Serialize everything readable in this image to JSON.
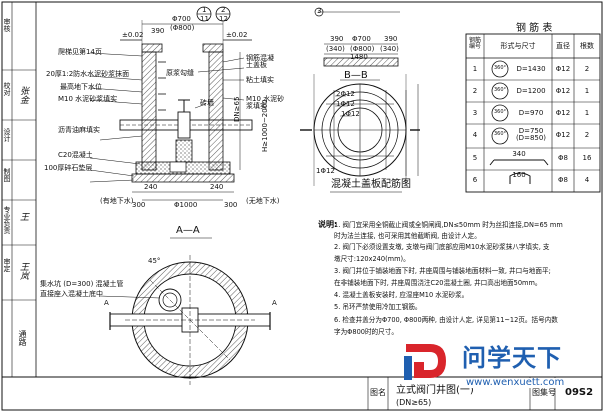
{
  "sidebar": {
    "row_labels": [
      "审核",
      "校对",
      "设计",
      "制图",
      "专业负责",
      "审定"
    ],
    "signatures": [
      "",
      "张金",
      "",
      "",
      "王",
      "王岚"
    ],
    "company_mark": "通路"
  },
  "left_section": {
    "dims": {
      "phi700": "Φ700",
      "phi800": "(Φ800)",
      "d390": "390",
      "phi1000": "Φ1000",
      "d240a": "240",
      "d240b": "240",
      "d300a": "300",
      "d300b": "300",
      "h_label": "H≥1000~2000",
      "dn": "DN≥65",
      "plus002a": "±0.02",
      "plus002b": "±0.02",
      "d100": "100"
    },
    "ref_circle_top": "1",
    "ref_circle_mid": "11",
    "ref_circle_bot": "2",
    "ref_circle2_top": "2",
    "ref_circle2_bot": "12",
    "labels": {
      "foot_step": "爬梯见第14页",
      "mortar": "20厚1:2防水水泥砂浆抹面",
      "water_level": "最高地下水位",
      "brick": "M10 水泥砂浆填实",
      "asphalt": "沥青油麻填实",
      "cover": "原浆勾缝",
      "slab": "钢筋混凝土盖板",
      "fill": "粘土填实",
      "brick2": "M10 水泥砂浆填实",
      "wall": "砖墙",
      "base_c20": "C20混凝土",
      "gravel": "100厚碎石垫层",
      "with_water": "(有地下水)",
      "without_water": "(无地下水)"
    },
    "section_mark": "A—A"
  },
  "plan_section": {
    "angle": "45°",
    "pit_note_1": "集水坑 (D=300) 混凝土管",
    "pit_note_2": "直接座入混凝土底中",
    "marker_a1": "A",
    "marker_a2": "A"
  },
  "slab_section": {
    "marker": "B—B",
    "ref_num": "3",
    "dims": {
      "phi700": "Φ700",
      "d390": "390",
      "d390b": "390",
      "d340": "(340)",
      "phi800": "(Φ800)",
      "d340b": "(340)",
      "d1480": "1480",
      "phi12a": "2Φ12",
      "phi12b": "1Φ12",
      "phi12c": "1Φ12",
      "phi12d": "1Φ12"
    },
    "title": "混凝土盖板配筋图"
  },
  "rebar_table": {
    "title": "钢 筋 表",
    "headers": [
      "钢筋编号",
      "形式与尺寸",
      "直径",
      "根数"
    ],
    "rows": [
      {
        "num": "1",
        "shape": "D=1430",
        "dia": "Φ12",
        "qty": "2"
      },
      {
        "num": "2",
        "shape": "D=1200",
        "dia": "Φ12",
        "qty": "1"
      },
      {
        "num": "3",
        "shape": "D=970",
        "dia": "Φ12",
        "qty": "1"
      },
      {
        "num": "4",
        "shape": "D=750 (D=850)",
        "dia": "Φ12",
        "qty": "2"
      },
      {
        "num": "5",
        "shape": "340",
        "dia": "Φ8",
        "qty": "16"
      },
      {
        "num": "6",
        "shape": "160",
        "dia": "Φ8",
        "qty": "4"
      }
    ],
    "angle_mark": "360°"
  },
  "notes": {
    "heading": "说明:",
    "items": [
      "1. 阀门宜采用全铜截止阀或全铜闸阀,DN≤50mm 时为丝扣连接,DN=65 mm",
      "   时为法兰连接, 也可采用其他截断阀, 由设计人定。",
      "2. 阀门下必须设置支墩, 支墩与阀门底部应用M10水泥砂浆抹八字填实, 支",
      "   墩尺寸:120x240(mm)。",
      "3. 阀门井位于铺装地面下时, 井座周围与铺装地面材料一致, 井口与地面平;",
      "   在非铺装地面下时, 井座周围浇注C20混凝土圈, 井口高出地面50mm。",
      "4. 混凝土盖板安装时, 应湿座M10 水泥砂浆。",
      "5. 吊环严禁使用冷加工钢筋。",
      "6. 检查井盖分为Φ700, Φ800两种, 由设计人定, 详见第11~12页。括号内数",
      "   字为Φ800时的尺寸。"
    ]
  },
  "title_block": {
    "drawing_label": "图名",
    "drawing_name": "立式阀门井图(一)",
    "drawing_name_sub": "(DN≥65)",
    "atlas_label": "图集号",
    "atlas_no": "09S2"
  },
  "watermark": {
    "brand_cn": "问学天下",
    "url": "www.wenxuett.com"
  },
  "colors": {
    "ink": "#111111",
    "hatch": "#444444",
    "logo_red": "#d9252b",
    "logo_blue": "#1f5fb0"
  }
}
